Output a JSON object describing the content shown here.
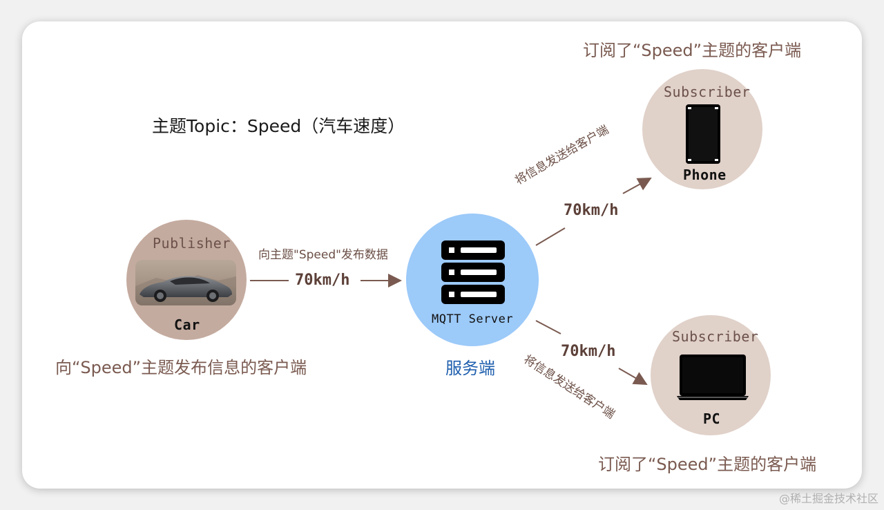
{
  "topic_line": "主题Topic：Speed（汽车速度）",
  "publisher": {
    "role": "Publisher",
    "device": "Car",
    "caption": "向“Speed”主题发布信息的客户端",
    "action": "向主题\"Speed\"发布数据",
    "value": "70km/h"
  },
  "server": {
    "label": "MQTT Server",
    "caption": "服务端"
  },
  "subscriber_phone": {
    "role": "Subscriber",
    "device": "Phone",
    "caption": "订阅了“Speed”主题的客户端",
    "action": "将信息发送给客户端",
    "value": "70km/h"
  },
  "subscriber_pc": {
    "role": "Subscriber",
    "device": "PC",
    "caption": "订阅了“Speed”主题的客户端",
    "action": "将信息发送给客户端",
    "value": "70km/h"
  },
  "watermark": "@稀土掘金技术社区",
  "colors": {
    "arrow": "#7a5a50",
    "server_circle": "#9ccaf9",
    "subscriber_circle": "#e0d1c9",
    "publisher_circle": "#c4ab9f"
  }
}
